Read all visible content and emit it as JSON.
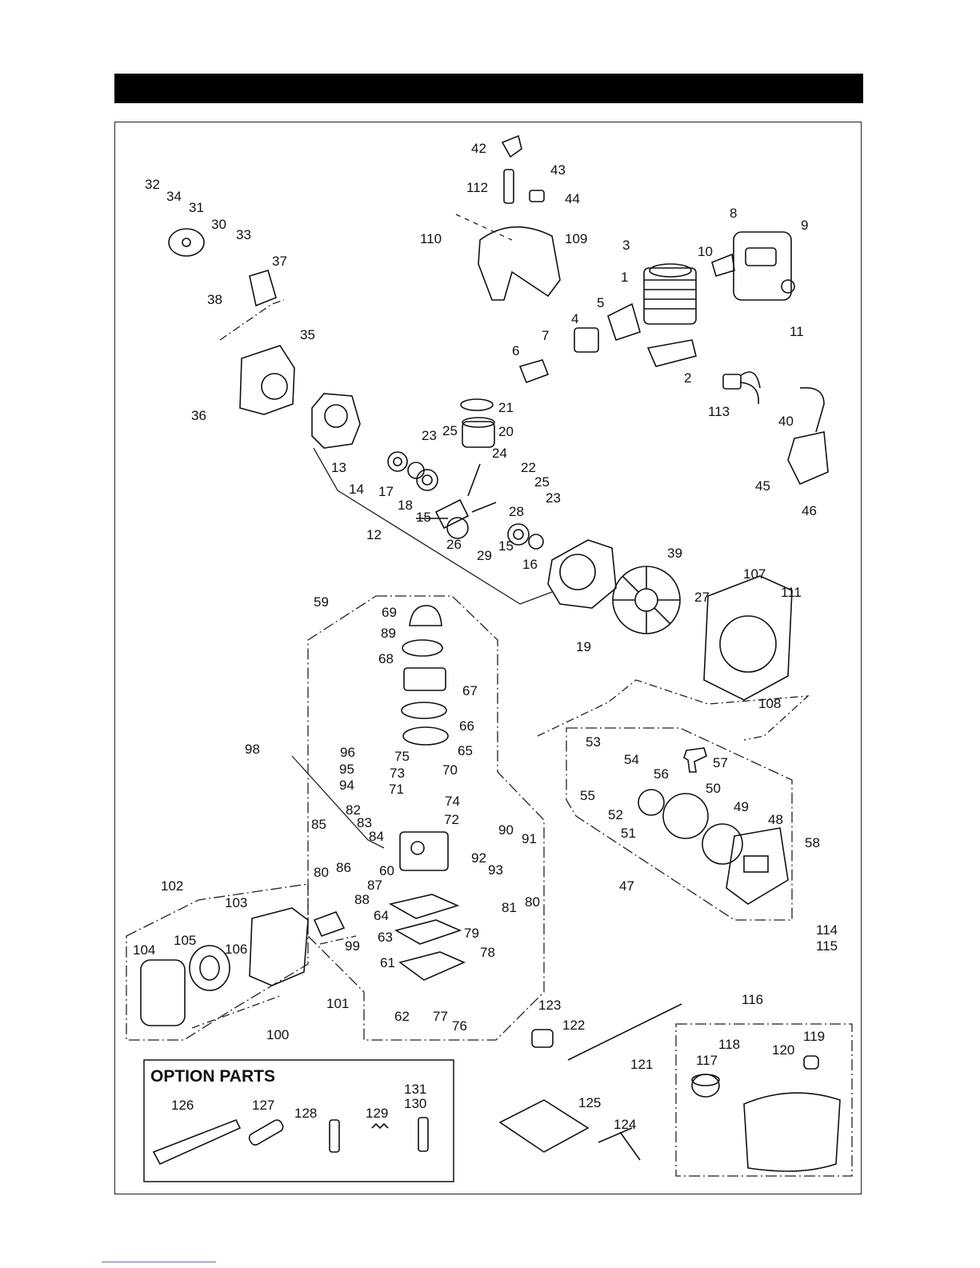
{
  "figure": {
    "option_title": "OPTION  PARTS",
    "parts": {
      "1": "1",
      "2": "2",
      "3": "3",
      "4": "4",
      "5": "5",
      "6": "6",
      "7": "7",
      "8": "8",
      "9": "9",
      "10": "10",
      "11": "11",
      "12": "12",
      "13": "13",
      "14": "14",
      "15": "15",
      "16": "16",
      "17": "17",
      "18": "18",
      "19": "19",
      "20": "20",
      "21": "21",
      "22": "22",
      "23": "23",
      "24": "24",
      "25": "25",
      "26": "26",
      "27": "27",
      "28": "28",
      "29": "29",
      "30": "30",
      "31": "31",
      "32": "32",
      "33": "33",
      "34": "34",
      "35": "35",
      "36": "36",
      "37": "37",
      "38": "38",
      "39": "39",
      "40": "40",
      "42": "42",
      "43": "43",
      "44": "44",
      "45": "45",
      "46": "46",
      "47": "47",
      "48": "48",
      "49": "49",
      "50": "50",
      "51": "51",
      "52": "52",
      "53": "53",
      "54": "54",
      "55": "55",
      "56": "56",
      "57": "57",
      "58": "58",
      "59": "59",
      "60": "60",
      "61": "61",
      "62": "62",
      "63": "63",
      "64": "64",
      "65": "65",
      "66": "66",
      "67": "67",
      "68": "68",
      "69": "69",
      "70": "70",
      "71": "71",
      "72": "72",
      "73": "73",
      "74": "74",
      "75": "75",
      "76": "76",
      "77": "77",
      "78": "78",
      "79": "79",
      "80": "80",
      "81": "81",
      "82": "82",
      "83": "83",
      "84": "84",
      "85": "85",
      "86": "86",
      "87": "87",
      "88": "88",
      "89": "89",
      "90": "90",
      "91": "91",
      "92": "92",
      "93": "93",
      "94": "94",
      "95": "95",
      "96": "96",
      "98": "98",
      "99": "99",
      "100": "100",
      "101": "101",
      "102": "102",
      "103": "103",
      "104": "104",
      "105": "105",
      "106": "106",
      "107": "107",
      "108": "108",
      "109": "109",
      "110": "110",
      "111": "111",
      "112": "112",
      "113": "113",
      "114": "114",
      "115": "115",
      "116": "116",
      "117": "117",
      "118": "118",
      "119": "119",
      "120": "120",
      "121": "121",
      "122": "122",
      "123": "123",
      "124": "124",
      "125": "125",
      "126": "126",
      "127": "127",
      "128": "128",
      "129": "129",
      "130": "130",
      "131": "131"
    }
  }
}
